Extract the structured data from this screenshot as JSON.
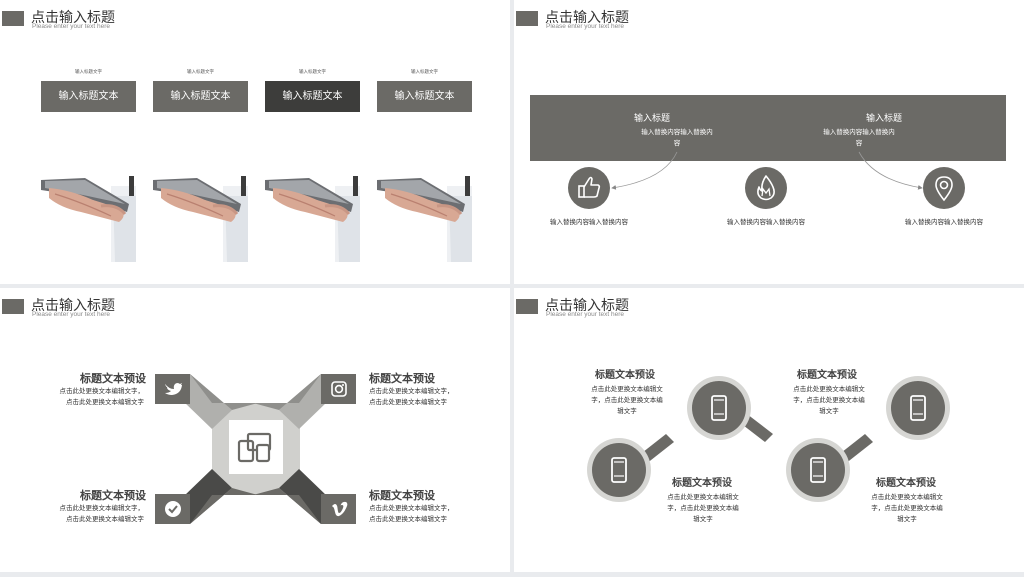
{
  "colors": {
    "accent": "#6b6a66",
    "dark": "#3d3d3b",
    "light": "#c9c9c6",
    "background": "#ffffff"
  },
  "header": {
    "title": "点击输入标题",
    "subtitle": "Please enter your text here"
  },
  "slide1": {
    "items": [
      {
        "small": "输入标题文字",
        "label": "输入标题文本"
      },
      {
        "small": "输入标题文字",
        "label": "输入标题文本"
      },
      {
        "small": "输入标题文字",
        "label": "输入标题文本"
      },
      {
        "small": "输入标题文字",
        "label": "输入标题文本"
      }
    ]
  },
  "slide2": {
    "band": [
      {
        "title": "输入标题",
        "line1": "输入替换内容输入替换内",
        "line2": "容"
      },
      {
        "title": "输入标题",
        "line1": "输入替换内容输入替换内",
        "line2": "容"
      }
    ],
    "icons": [
      {
        "icon": "thumbs-up-icon",
        "caption": "输入替换内容输入替换内容"
      },
      {
        "icon": "fire-icon",
        "caption": "输入替换内容输入替换内容"
      },
      {
        "icon": "location-pin-icon",
        "caption": "输入替换内容输入替换内容"
      }
    ]
  },
  "slide3": {
    "blocks": [
      {
        "title": "标题文本预设",
        "line1": "点击此处更换文本编辑文字，",
        "line2": "点击此处更换文本编辑文字",
        "icon": "twitter-icon"
      },
      {
        "title": "标题文本预设",
        "line1": "点击此处更换文本编辑文字，",
        "line2": "点击此处更换文本编辑文字",
        "icon": "instagram-icon"
      },
      {
        "title": "标题文本预设",
        "line1": "点击此处更换文本编辑文字，",
        "line2": "点击此处更换文本编辑文字",
        "icon": "checkmark-icon"
      },
      {
        "title": "标题文本预设",
        "line1": "点击此处更换文本编辑文字，",
        "line2": "点击此处更换文本编辑文字",
        "icon": "vimeo-icon"
      }
    ],
    "center_icon": "devices-icon"
  },
  "slide4": {
    "blocks": [
      {
        "title": "标题文本预设",
        "line1": "点击此处更换文本编辑文",
        "line2": "字，点击此处更换文本编",
        "line3": "辑文字"
      },
      {
        "title": "标题文本预设",
        "line1": "点击此处更换文本编辑文",
        "line2": "字，点击此处更换文本编",
        "line3": "辑文字"
      },
      {
        "title": "标题文本预设",
        "line1": "点击此处更换文本编辑文",
        "line2": "字，点击此处更换文本编",
        "line3": "辑文字"
      },
      {
        "title": "标题文本预设",
        "line1": "点击此处更换文本编辑文",
        "line2": "字，点击此处更换文本编",
        "line3": "辑文字"
      }
    ],
    "icon": "smartphone-icon"
  }
}
